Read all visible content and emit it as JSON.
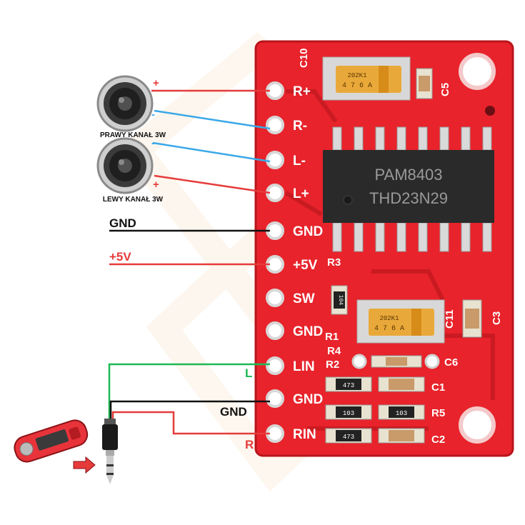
{
  "board": {
    "chip_line1": "PAM8403",
    "chip_line2": "THD23N29",
    "pins": [
      "R+",
      "R-",
      "L-",
      "L+",
      "GND",
      "+5V",
      "SW",
      "GND",
      "LIN",
      "GND",
      "RIN"
    ],
    "ref_labels": [
      "C10",
      "C5",
      "R3",
      "C11",
      "C3",
      "R1",
      "R4",
      "R2",
      "C6",
      "C1",
      "R5",
      "C2"
    ],
    "cap_marking": "4 7 6 A",
    "cap_code": "202K1",
    "resistor_codes": [
      "473",
      "103",
      "103",
      "473",
      "104"
    ]
  },
  "speakers": {
    "right_label": "PRAWY KANAŁ 3W",
    "left_label": "LEWY  KANAŁ 3W",
    "plus_sign": "+",
    "minus_sign": "-"
  },
  "wires": {
    "gnd_label": "GND",
    "vcc_label": "+5V",
    "audio_l_label": "L",
    "audio_gnd_label": "GND",
    "audio_r_label": "R"
  },
  "colors": {
    "board": "#e8232b",
    "positive_wire": "#e63b3b",
    "negative_wire": "#3aa8e8",
    "ground_wire": "#111111",
    "left_audio_wire": "#1db954",
    "chip": "#2a2a2a"
  }
}
